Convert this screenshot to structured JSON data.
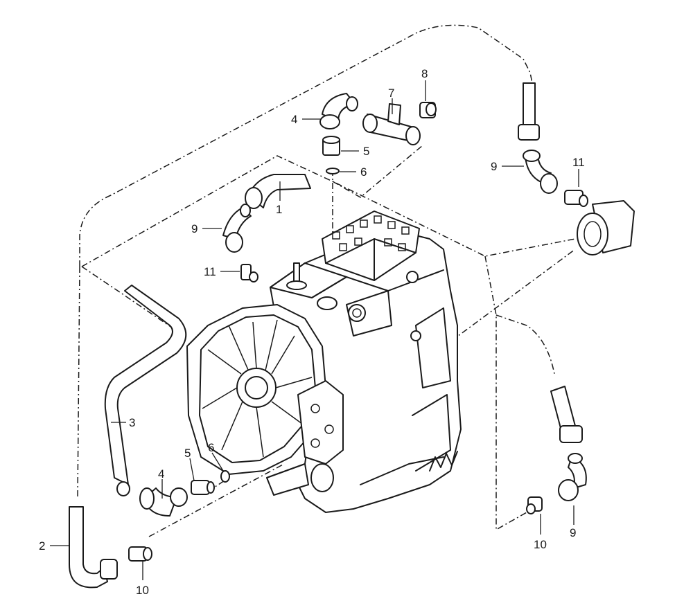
{
  "callouts": [
    {
      "id": "c1",
      "label": "1"
    },
    {
      "id": "c2",
      "label": "2"
    },
    {
      "id": "c3",
      "label": "3"
    },
    {
      "id": "c4a",
      "label": "4"
    },
    {
      "id": "c4b",
      "label": "4"
    },
    {
      "id": "c5a",
      "label": "5"
    },
    {
      "id": "c5b",
      "label": "5"
    },
    {
      "id": "c6a",
      "label": "6"
    },
    {
      "id": "c6b",
      "label": "6"
    },
    {
      "id": "c7",
      "label": "7"
    },
    {
      "id": "c8",
      "label": "8"
    },
    {
      "id": "c9a",
      "label": "9"
    },
    {
      "id": "c9b",
      "label": "9"
    },
    {
      "id": "c9c",
      "label": "9"
    },
    {
      "id": "c10a",
      "label": "10"
    },
    {
      "id": "c10b",
      "label": "10"
    },
    {
      "id": "c11a",
      "label": "11"
    },
    {
      "id": "c11b",
      "label": "11"
    }
  ]
}
